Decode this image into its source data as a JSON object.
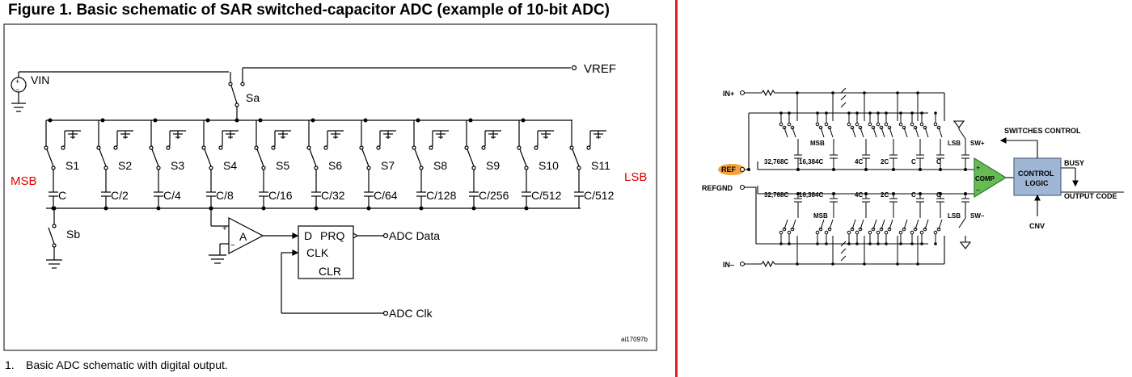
{
  "left": {
    "title": "Figure 1. Basic schematic of SAR switched-capacitor ADC (example of 10-bit ADC)",
    "footnote_number": "1.",
    "footnote_text": "Basic ADC schematic with digital output.",
    "labels": {
      "vin": "VIN",
      "vref": "VREF",
      "sa": "Sa",
      "sb": "Sb",
      "msb": "MSB",
      "lsb": "LSB",
      "amp": "A",
      "d": "D",
      "prq": "PRQ",
      "clk": "CLK",
      "clr": "CLR",
      "adc_data": "ADC Data",
      "adc_clk": "ADC Clk",
      "plus": "+",
      "minus": "−",
      "ref_id": "ai17097b"
    },
    "switches": [
      "S1",
      "S2",
      "S3",
      "S4",
      "S5",
      "S6",
      "S7",
      "S8",
      "S9",
      "S10",
      "S11"
    ],
    "capacitors": [
      "C",
      "C/2",
      "C/4",
      "C/8",
      "C/16",
      "C/32",
      "C/64",
      "C/128",
      "C/256",
      "C/512",
      "C/512"
    ],
    "msb_color": "#e00000",
    "lsb_color": "#e00000"
  },
  "right": {
    "in_plus": "IN+",
    "in_minus": "IN–",
    "ref": "REF",
    "refgnd": "REFGND",
    "msb": "MSB",
    "lsb": "LSB",
    "sw_plus": "SW+",
    "sw_minus": "SW–",
    "comp": "COMP",
    "comp_plus": "+",
    "comp_minus": "–",
    "control_logic_1": "CONTROL",
    "control_logic_2": "LOGIC",
    "switches_control": "SWITCHES CONTROL",
    "busy": "BUSY",
    "output_code": "OUTPUT CODE",
    "cnv": "CNV",
    "cap_labels": [
      "32,768C",
      "16,384C",
      "4C",
      "2C",
      "C",
      "C"
    ],
    "comp_color": "#66bb55",
    "logic_color": "#9fb6d4",
    "ref_highlight": "#f2a33a"
  },
  "divider_color": "#e02020"
}
